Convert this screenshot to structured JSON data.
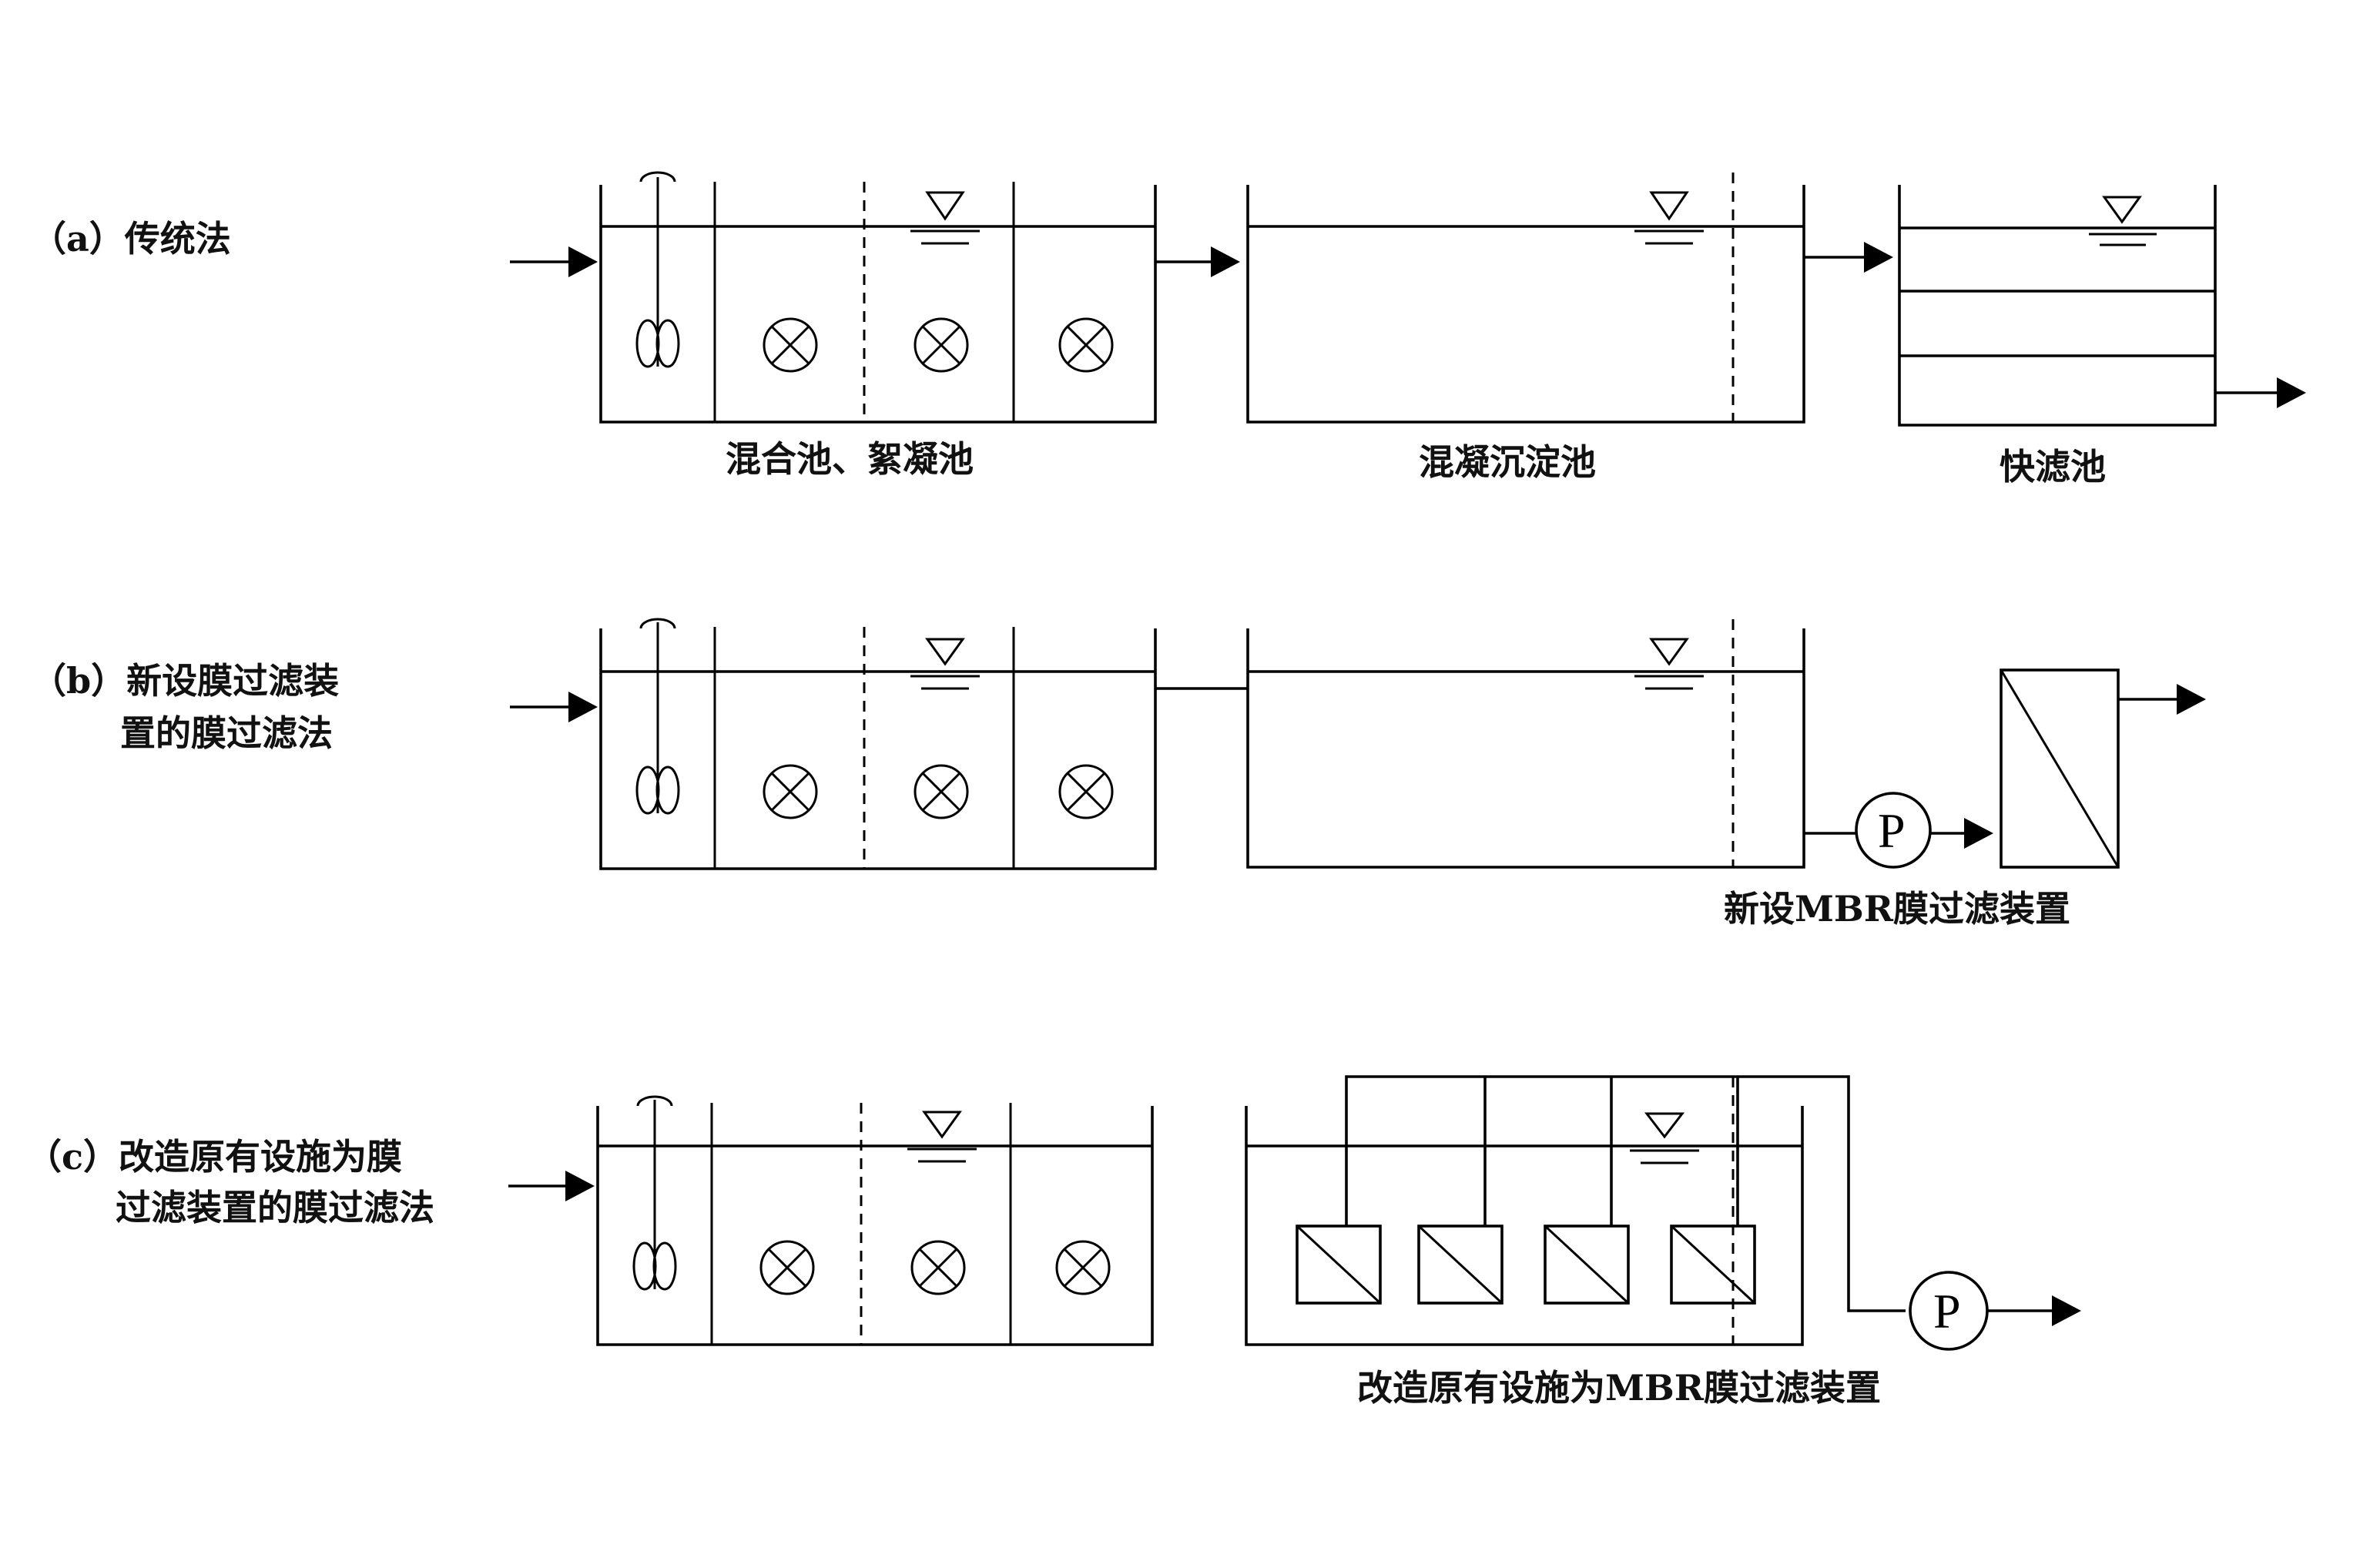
{
  "rows": {
    "a": {
      "label": "（a）传统法",
      "captions": {
        "mix_floc": "混合池、絮凝池",
        "sedimentation": "混凝沉淀池",
        "rapid_filter": "快滤池"
      }
    },
    "b": {
      "label_line1": "（b）新设膜过滤装",
      "label_line2": "置的膜过滤法",
      "pump_label": "P",
      "caption": "新设MBR膜过滤装置"
    },
    "c": {
      "label_line1": "（c）改造原有设施为膜",
      "label_line2": "过滤装置的膜过滤法",
      "pump_label": "P",
      "caption": "改造原有设施为MBR膜过滤装置"
    }
  }
}
